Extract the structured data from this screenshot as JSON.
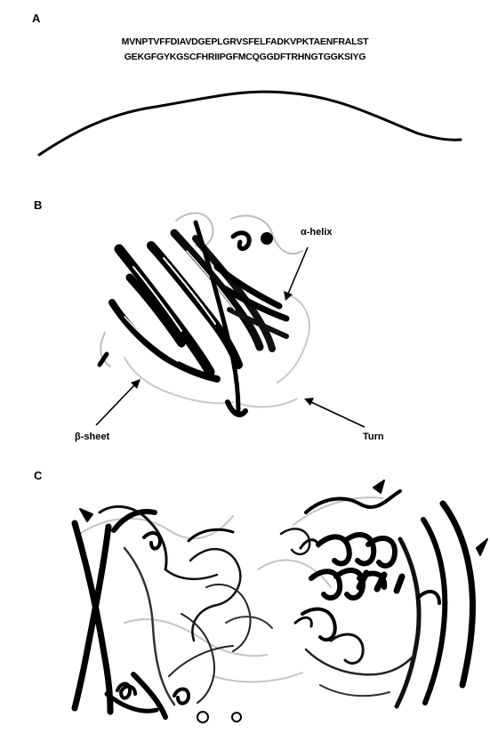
{
  "panels": {
    "a": {
      "letter": "A",
      "sequence_lines": [
        "MVNPTVFFDIAVDGEPLGRVSFELFADKVPKTAENFRALST",
        "GEKGFGYKGSCFHRIIPGFMCQGGDFTRHNGTGGKSIYG"
      ]
    },
    "b": {
      "letter": "B",
      "labels": {
        "alpha_helix": "α-helix",
        "beta_sheet": "β-sheet",
        "turn": "Turn"
      }
    },
    "c": {
      "letter": "C"
    }
  },
  "colors": {
    "ink": "#000000",
    "ribbon_dark": "#0a0a0a",
    "ribbon_mid": "#555555",
    "ribbon_light": "#bdbdbd",
    "background": "#ffffff"
  }
}
